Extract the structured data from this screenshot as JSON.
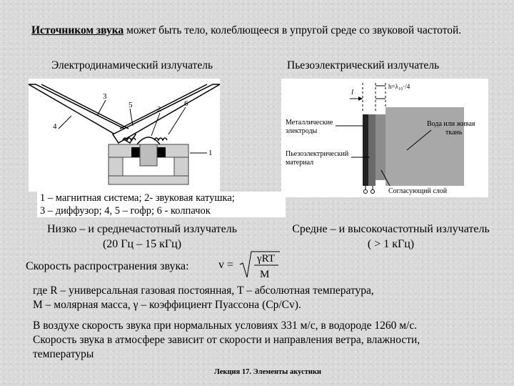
{
  "intro": {
    "term": "Источником звука",
    "rest": " может быть тело, колеблющееся в упругой среде со звуковой частотой."
  },
  "left_heading": "Электродинамический излучатель",
  "right_heading": "Пьезоэлектрический излучатель",
  "left_diagram_labels": [
    "1",
    "2",
    "3",
    "4",
    "5",
    "6"
  ],
  "right_diagram_labels": {
    "l": "l",
    "half_lambda": "h=λ₁₀·/4",
    "metal": "Металлические электроды",
    "piezo": "Пьезоэлектрический материал",
    "water": "Вода или живая ткань",
    "matching": "Согласующий слой"
  },
  "caption": {
    "line1": "1 – магнитная система; 2- звуковая катушка;",
    "line2": "3 – диффузор; 4, 5 – гофр; 6 - колпачок"
  },
  "low_freq": {
    "line1": "Низко – и среднечастотный излучатель",
    "line2": "(20 Гц – 15 кГц)"
  },
  "high_freq": {
    "line1": "Средне – и высокочастотный излучатель",
    "line2": "( > 1 кГц)"
  },
  "speed_label": "Скорость распространения звука:",
  "formula": {
    "lhs": "v =",
    "numerator": "γRT",
    "denominator": "M"
  },
  "where": {
    "line1": "где R – универсальная газовая постоянная, T – абсолютная температура,",
    "line2": "M – молярная масса, γ – коэффициент Пуассона (Cp/Cv)."
  },
  "air": {
    "line1": "В воздухе скорость звука при нормальных условиях 331 м/с, в водороде 1260 м/с.",
    "line2": "Скорость звука в атмосфере зависит от скорости и направления ветра, влажности,",
    "line3": "температуры"
  },
  "footer": "Лекция 17. Элементы акустики"
}
